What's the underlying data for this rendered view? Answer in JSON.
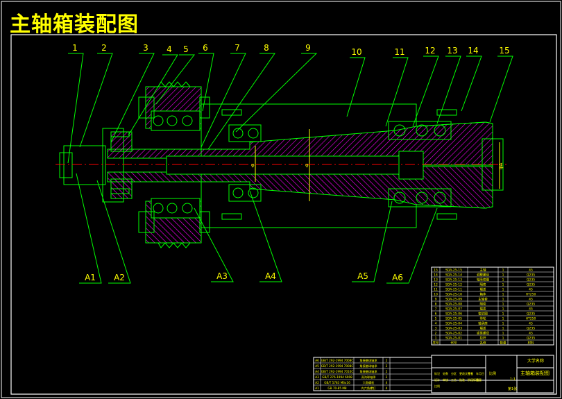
{
  "title": "主轴箱装配图",
  "colors": {
    "background": "#000000",
    "frame": "#ffffff",
    "outline": "#00ff00",
    "hatch": "#ff00ff",
    "centerline": "#ff0000",
    "leader": "#ffff00",
    "title_text": "#ffff00"
  },
  "part_numbers": [
    "1",
    "2",
    "3",
    "4",
    "5",
    "6",
    "7",
    "8",
    "9",
    "10",
    "11",
    "12",
    "13",
    "14",
    "15"
  ],
  "section_labels": [
    "A1",
    "A2",
    "A3",
    "A4",
    "A5",
    "A6"
  ],
  "dimension_marks": [
    "φ",
    "φ",
    "φA"
  ],
  "parts_list": {
    "rows": [
      {
        "no": "15",
        "code": "SDA-25-15",
        "name": "主轴",
        "qty": "1",
        "material": "45"
      },
      {
        "no": "14",
        "code": "SDA-25-14",
        "name": "调整螺母",
        "qty": "1",
        "material": "Q235"
      },
      {
        "no": "13",
        "code": "SDA-25-13",
        "name": "轴承套圈",
        "qty": "1",
        "material": "Q235"
      },
      {
        "no": "12",
        "code": "SDA-25-12",
        "name": "隔套",
        "qty": "1",
        "material": "Q235"
      },
      {
        "no": "11",
        "code": "SDA-25-11",
        "name": "端盖",
        "qty": "1",
        "material": "45"
      },
      {
        "no": "10",
        "code": "SDA-25-10",
        "name": "箱体",
        "qty": "1",
        "material": "HT250"
      },
      {
        "no": "9",
        "code": "SDA-25-09",
        "name": "主轴套",
        "qty": "1",
        "material": "45"
      },
      {
        "no": "8",
        "code": "SDA-25-08",
        "name": "隔套",
        "qty": "1",
        "material": "Q235"
      },
      {
        "no": "7",
        "code": "SDA-25-07",
        "name": "端盖",
        "qty": "1",
        "material": "45"
      },
      {
        "no": "6",
        "code": "SDA-25-06",
        "name": "密封圈",
        "qty": "1",
        "material": "Q235"
      },
      {
        "no": "5",
        "code": "SDA-25-05",
        "name": "带轮",
        "qty": "1",
        "material": "HT250"
      },
      {
        "no": "4",
        "code": "SDA-25-04",
        "name": "轴承座",
        "qty": "1",
        "material": "45"
      },
      {
        "no": "3",
        "code": "SDA-25-03",
        "name": "端盖",
        "qty": "1",
        "material": "Q235"
      },
      {
        "no": "2",
        "code": "SDA-25-02",
        "name": "锁紧螺母",
        "qty": "1",
        "material": "45"
      },
      {
        "no": "1",
        "code": "SDA-25-01",
        "name": "拉杆",
        "qty": "1",
        "material": "Q235"
      }
    ],
    "header": {
      "no": "序号",
      "code": "代号",
      "name": "名称",
      "qty": "数量",
      "material": "材料"
    }
  },
  "standard_parts": [
    {
      "no": "A6",
      "code": "GB/T 292-1994 7008C",
      "name": "角接触球轴承",
      "qty": "2"
    },
    {
      "no": "A5",
      "code": "GB/T 292-1994 7008C",
      "name": "角接触球轴承",
      "qty": "2"
    },
    {
      "no": "A4",
      "code": "GB/T 292-1994 7010C",
      "name": "角接触球轴承",
      "qty": "2"
    },
    {
      "no": "A3",
      "code": "GB/T 276-1994 6008",
      "name": "深沟球轴承",
      "qty": "2"
    },
    {
      "no": "A2",
      "code": "GB/T 5783 M6x16",
      "name": "六角螺栓",
      "qty": "4"
    },
    {
      "no": "A1",
      "code": "GB 70-85 M8",
      "name": "内六角螺钉",
      "qty": "4"
    }
  ],
  "title_block": {
    "school": "大学名称",
    "drawing_name": "主轴箱装配图",
    "scale_label": "比例",
    "scale": "1:1",
    "sheet_label": "第1张",
    "labels": [
      "标记",
      "处数",
      "分区",
      "更改文件号",
      "签名",
      "年月日",
      "设计",
      "审核",
      "工艺",
      "批准",
      "阶段标记",
      "重量",
      "比例"
    ]
  }
}
